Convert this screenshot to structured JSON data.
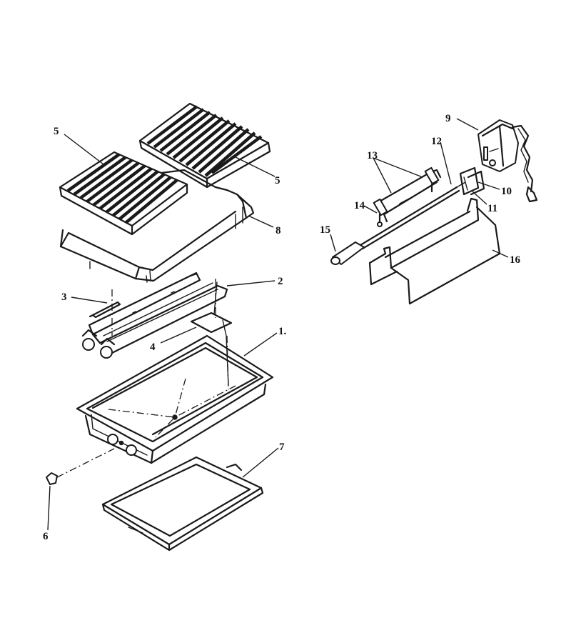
{
  "callouts": [
    {
      "id": "5a",
      "label": "5"
    },
    {
      "id": "5b",
      "label": "5"
    },
    {
      "id": "8",
      "label": "8"
    },
    {
      "id": "2",
      "label": "2"
    },
    {
      "id": "3",
      "label": "3"
    },
    {
      "id": "4",
      "label": "4"
    },
    {
      "id": "1",
      "label": "1."
    },
    {
      "id": "7",
      "label": "7"
    },
    {
      "id": "6",
      "label": "6"
    },
    {
      "id": "9",
      "label": "9"
    },
    {
      "id": "12",
      "label": "12"
    },
    {
      "id": "13",
      "label": "13"
    },
    {
      "id": "10",
      "label": "10"
    },
    {
      "id": "11",
      "label": "11"
    },
    {
      "id": "14",
      "label": "14"
    },
    {
      "id": "15",
      "label": "15"
    },
    {
      "id": "16",
      "label": "16"
    }
  ]
}
